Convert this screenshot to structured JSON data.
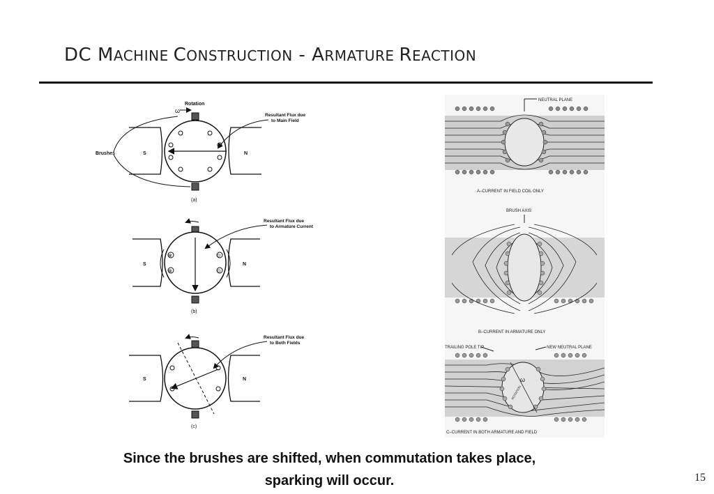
{
  "slide": {
    "title_parts": [
      {
        "text": "DC M",
        "size": "big"
      },
      {
        "text": "ACHINE ",
        "size": "sm"
      },
      {
        "text": "C",
        "size": "big"
      },
      {
        "text": "ONSTRUCTION",
        "size": "sm"
      },
      {
        "text": " - A",
        "size": "big"
      },
      {
        "text": "RMATURE ",
        "size": "sm"
      },
      {
        "text": " R",
        "size": "big"
      },
      {
        "text": "EACTION",
        "size": "sm"
      }
    ],
    "caption_line1": "Since the brushes are shifted, when commutation takes place,",
    "caption_line2": "sparking will occur.",
    "page_number": "15"
  },
  "left_figure": {
    "rotation_label": "Rotation",
    "omega": "ω",
    "brushes_label": "Brushes",
    "panel_a": {
      "flux_label_1": "Resultant Flux due",
      "flux_label_2": "to Main Field",
      "s": "S",
      "n": "N",
      "sub": "(a)"
    },
    "panel_b": {
      "flux_label_1": "Resultant Flux due",
      "flux_label_2": "to Armature Current",
      "s": "S",
      "n": "N",
      "sub": "(b)"
    },
    "panel_c": {
      "flux_label_1": "Resultant Flux due",
      "flux_label_2": "to Both Fields",
      "s": "S",
      "n": "N",
      "sub": "(c)"
    }
  },
  "right_figure": {
    "neutral_plane": "NEUTRAL PLANE",
    "caption_a": "A–CURRENT IN FIELD COIL ONLY",
    "brush_axis": "BRUSH AXIS",
    "caption_b": "B–CURRENT IN ARMATURE ONLY",
    "trailing_pole_tip": "TRAILING POLE TIP",
    "new_neutral_plane": "NEW NEUTRAL PLANE",
    "omega": "ω",
    "rotation": "ROTATION",
    "caption_c": "C–CURRENT IN BOTH ARMATURE AND FIELD"
  }
}
